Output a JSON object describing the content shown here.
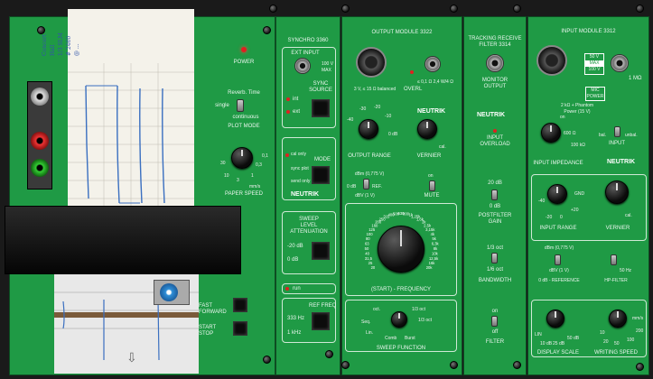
{
  "handwritten_note": [
    "Concert",
    "Hall",
    "1/3 SLM",
    "# 2460",
    "@ ..."
  ],
  "recorder": {
    "power_label": "POWER",
    "reverb_time_label": "Reverb. Time",
    "single_label": "single",
    "continuous_label": "continuous",
    "plot_mode_label": "PLOT MODE",
    "paper_speed_label": "PAPER SPEED",
    "paper_speed_scale": [
      "30",
      "10",
      "3",
      "1",
      "0,3",
      "0,1"
    ],
    "paper_speed_unit": "mm/s",
    "fast_forward_label": [
      "FAST",
      "FORWARD"
    ],
    "start_stop_label": [
      "START",
      "STOP"
    ]
  },
  "synchro": {
    "title": "SYNCHRO 3360",
    "ext_input_label": "EXT INPUT",
    "max_label": [
      "100 V",
      "MAX"
    ],
    "sync_source_label": [
      "SYNC",
      "SOURCE"
    ],
    "sync_int": "int",
    "sync_ext": "ext",
    "mode_label": "MODE",
    "mode_options": [
      "cal only",
      "sync plot",
      "send only"
    ],
    "brand": "NEUTRIK",
    "sweep_level_label": [
      "SWEEP",
      "LEVEL",
      "ATTENUATION"
    ],
    "sweep_level_options": [
      "-20 dB",
      "0 dB"
    ],
    "run_label": "run",
    "ref_freq_label": "REF FREQ",
    "ref_freq_options": [
      "333 Hz",
      "1 kHz"
    ]
  },
  "output_module": {
    "title": "OUTPUT MODULE 3322",
    "xlr_spec": "3 V, ≤ 15 Ω balanced",
    "overl_label": "OVERL",
    "bnc_spec": "≤ 0,1 Ω  2,4 W/4 Ω",
    "output_range_label": "OUTPUT RANGE",
    "output_range_scale": [
      "-30",
      "-20",
      "-10",
      "-40",
      "0 dB"
    ],
    "vernier_label": "VERNIER",
    "cal_label": "cal.",
    "brand": "NEUTRIK",
    "dbm_label": "dBm (0,775 V)",
    "dbv_label": "dBV (1 V)",
    "ref_label": "REF.",
    "zero_db": "0 dB",
    "mute_label": "MUTE",
    "on_label": "on",
    "start_freq_label": "(START) - FREQUENCY",
    "freq_scale": [
      "20",
      "25",
      "31,5",
      "40",
      "50",
      "63",
      "80",
      "100",
      "125",
      "160",
      "200",
      "250",
      "315",
      "400",
      "500",
      "630",
      "800",
      "1k",
      "1,25k",
      "1,6k",
      "2k",
      "2,5k",
      "3,15k",
      "4k",
      "5k",
      "6,3k",
      "8k",
      "10k",
      "12,5k",
      "16k",
      "20k"
    ],
    "sweep_function_label": "SWEEP FUNCTION",
    "sweep_function_options": [
      "oct.",
      "1/3 oct",
      "1/3 oct",
      "Seq.",
      "Lin.",
      "Comb",
      "Burst"
    ]
  },
  "tracking_filter": {
    "title": [
      "TRACKING RECEIVE",
      "FILTER 3314"
    ],
    "monitor_label": [
      "MONITOR",
      "OUTPUT"
    ],
    "brand": "NEUTRIK",
    "input_overload_label": [
      "INPUT",
      "OVERLOAD"
    ],
    "gain_20": "20 dB",
    "gain_0": "0 dB",
    "gain_label": [
      "POSTFILTER",
      "GAIN"
    ],
    "bw_third": "1/3 oct",
    "bw_sixth": "1/6 oct",
    "bandwidth_label": "BANDWIDTH",
    "filter_on": "on",
    "filter_off": "off",
    "filter_label": "FILTER"
  },
  "input_module": {
    "title": "INPUT MODULE 3312",
    "max_label": [
      "50 V",
      "MAX",
      "100 V"
    ],
    "impedance_spec": "1 MΩ",
    "mic_power_label": [
      "MIC",
      "POWER"
    ],
    "phantom_label": [
      "2 kΩ + Phantom",
      "Power (15 V)"
    ],
    "on_label": "on",
    "imp_600": "600 Ω",
    "imp_100k": "100 kΩ",
    "input_impedance_label": "INPUT IMPEDANCE",
    "input_label": "INPUT",
    "bal_label": "bal.",
    "unbal_label": "unbal.",
    "brand": "NEUTRIK",
    "input_range_label": "INPUT RANGE",
    "input_range_scale": [
      "-40",
      "-20",
      "0",
      "+20",
      "GND"
    ],
    "vernier_label": "VERNIER",
    "cal_label": "cal.",
    "dbm_label": "dBm (0,775 V)",
    "dbv_label": "dBV (1 V)",
    "reference_label": "0 dB - REFERENCE",
    "hp_label": "HP-FILTER",
    "hp_value": "50 Hz",
    "display_scale_label": "DISPLAY SCALE",
    "display_scale_options": [
      "LIN",
      "10 dB",
      "25 dB",
      "50 dB"
    ],
    "writing_speed_label": "WRITING SPEED",
    "writing_speed_scale": [
      "10",
      "20",
      "50",
      "100",
      "200"
    ],
    "writing_speed_unit": "mm/s"
  },
  "colors": {
    "panel_green": "#1f9a45",
    "led_red": "#e02020",
    "knob_black": "#0b0b0b",
    "paper": "#f4f2ea",
    "trace_blue": "#3a6fc0"
  }
}
